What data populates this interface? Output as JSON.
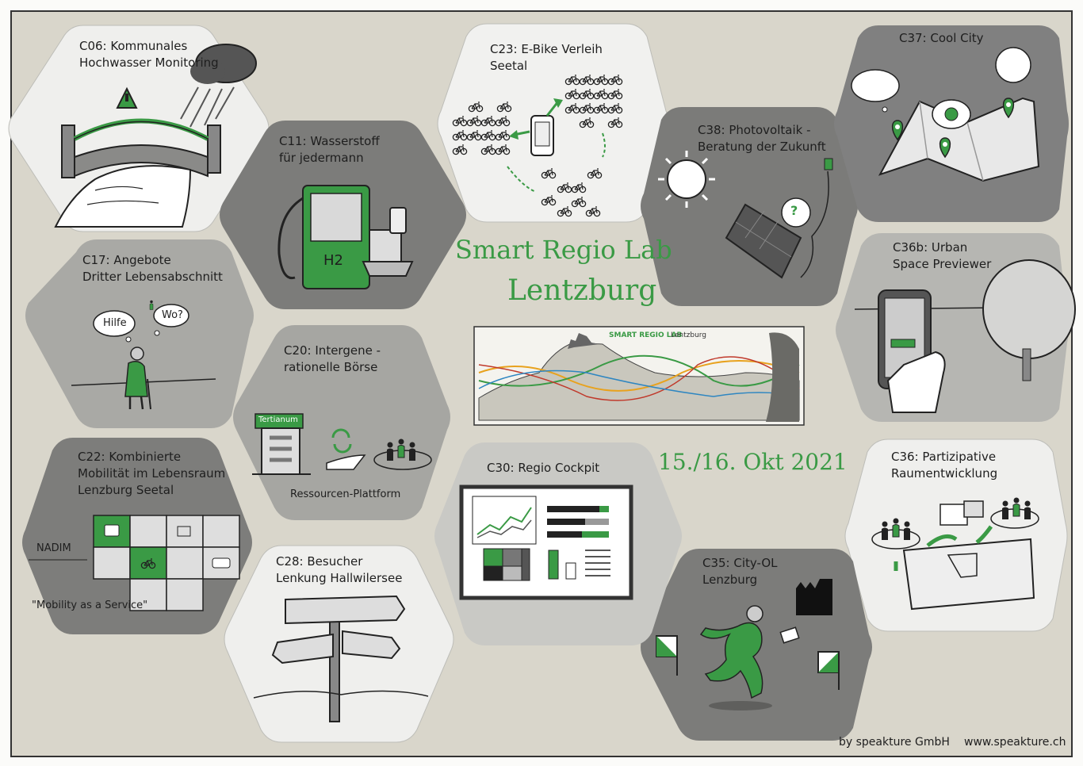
{
  "colors": {
    "background": "#d9d6cb",
    "accent_green": "#3a9a45",
    "hex_dark": "#7a7a78",
    "hex_mid": "#a8a8a4",
    "hex_light": "#efefed"
  },
  "center": {
    "title_line1": "Smart Regio Lab",
    "title_line2": "Lentzburg",
    "date": "15./16. Okt 2021",
    "banner_title": "SMART REGIO LAB",
    "banner_logo": "Lentzburg"
  },
  "hexes": [
    {
      "id": "c06",
      "title": [
        "C06: Kommunales",
        "Hochwasser Monitoring"
      ]
    },
    {
      "id": "c11",
      "title": [
        "C11: Wasserstoff",
        "für jedermann"
      ],
      "label": "H2"
    },
    {
      "id": "c17",
      "title": [
        "C17: Angebote",
        "Dritter Lebensabschnitt"
      ],
      "bubbles": [
        "Hilfe",
        "Wo?"
      ]
    },
    {
      "id": "c20",
      "title": [
        "C20: Intergene -",
        "rationelle Börse"
      ],
      "sign": "Tertianum",
      "caption": "Ressourcen-Plattform"
    },
    {
      "id": "c22",
      "title": [
        "C22: Kombinierte",
        "Mobilität im Lebensraum",
        "Lenzburg Seetal"
      ],
      "label": "NADIM",
      "caption": "\"Mobility as a Service\""
    },
    {
      "id": "c28",
      "title": [
        "C28: Besucher",
        "Lenkung Hallwilersee"
      ]
    },
    {
      "id": "c23",
      "title": [
        "C23: E-Bike Verleih",
        "Seetal"
      ]
    },
    {
      "id": "c30",
      "title": [
        "C30: Regio Cockpit"
      ]
    },
    {
      "id": "c38",
      "title": [
        "C38: Photovoltaik -",
        "Beratung der Zukunft"
      ],
      "label": "?"
    },
    {
      "id": "c37",
      "title": [
        "C37: Cool City"
      ]
    },
    {
      "id": "c36b",
      "title": [
        "C36b: Urban",
        "Space Previewer"
      ]
    },
    {
      "id": "c36",
      "title": [
        "C36: Partizipative",
        "Raumentwicklung"
      ]
    },
    {
      "id": "c35",
      "title": [
        "C35: City-OL",
        "Lenzburg"
      ]
    }
  ],
  "footer": {
    "credit": "by speakture GmbH",
    "url": "www.speakture.ch"
  }
}
